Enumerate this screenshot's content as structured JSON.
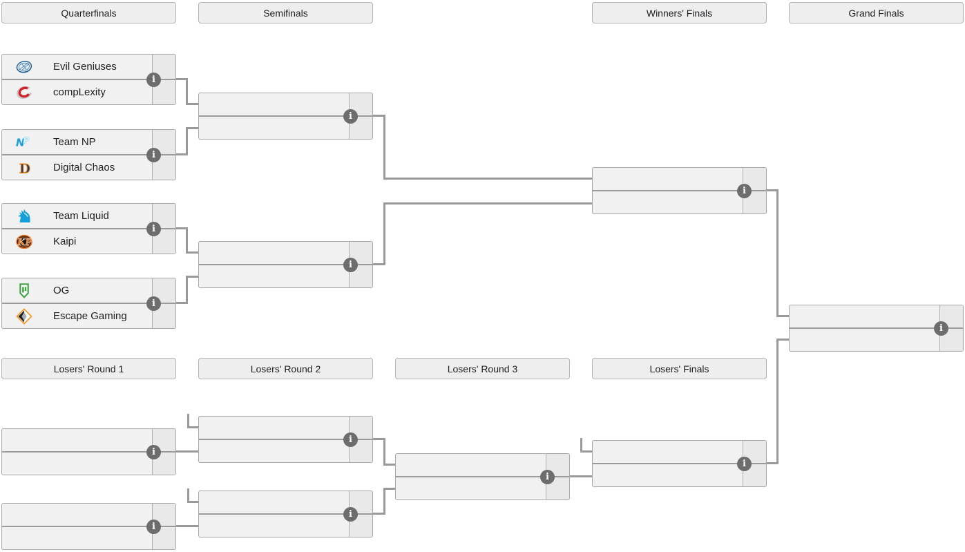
{
  "headers": {
    "quarterfinals": "Quarterfinals",
    "semifinals": "Semifinals",
    "winners_finals": "Winners' Finals",
    "grand_finals": "Grand Finals",
    "losers_round_1": "Losers' Round 1",
    "losers_round_2": "Losers' Round 2",
    "losers_round_3": "Losers' Round 3",
    "losers_finals": "Losers' Finals"
  },
  "bracket": {
    "quarterfinals": [
      {
        "top": "Evil Geniuses",
        "bottom": "compLexity",
        "top_logo": "evil-geniuses-logo",
        "bottom_logo": "complexity-logo"
      },
      {
        "top": "Team NP",
        "bottom": "Digital Chaos",
        "top_logo": "team-np-logo",
        "bottom_logo": "digital-chaos-logo"
      },
      {
        "top": "Team Liquid",
        "bottom": "Kaipi",
        "top_logo": "team-liquid-logo",
        "bottom_logo": "kaipi-logo"
      },
      {
        "top": "OG",
        "bottom": "Escape Gaming",
        "top_logo": "og-logo",
        "bottom_logo": "escape-gaming-logo"
      }
    ],
    "semifinals": [
      {
        "top": "",
        "bottom": ""
      },
      {
        "top": "",
        "bottom": ""
      }
    ],
    "winners_finals": [
      {
        "top": "",
        "bottom": ""
      }
    ],
    "grand_finals": [
      {
        "top": "",
        "bottom": ""
      }
    ],
    "losers_round_1": [
      {
        "top": "",
        "bottom": ""
      },
      {
        "top": "",
        "bottom": ""
      }
    ],
    "losers_round_2": [
      {
        "top": "",
        "bottom": ""
      },
      {
        "top": "",
        "bottom": ""
      }
    ],
    "losers_round_3": [
      {
        "top": "",
        "bottom": ""
      }
    ],
    "losers_finals": [
      {
        "top": "",
        "bottom": ""
      }
    ]
  },
  "ui": {
    "info_glyph": "i"
  },
  "colors": {
    "match_fill": "#f1f1f1",
    "score_cell_fill": "#e9e9e9",
    "header_fill": "#eeeeee",
    "border": "#a7a7a7",
    "connector_line": "#999999",
    "info_icon_bg": "#6d6d6d",
    "info_icon_glyph": "#ffffff",
    "team_liquid_blue": "#14a0d8",
    "og_green": "#3fa142",
    "escape_orange": "#f7941d",
    "complexity_red": "#d42027",
    "team_np_blue": "#1ca0dd",
    "digital_chaos_navy": "#2c3a6b",
    "kaipi_orange": "#e87722",
    "evil_geniuses_blue": "#28618f"
  }
}
